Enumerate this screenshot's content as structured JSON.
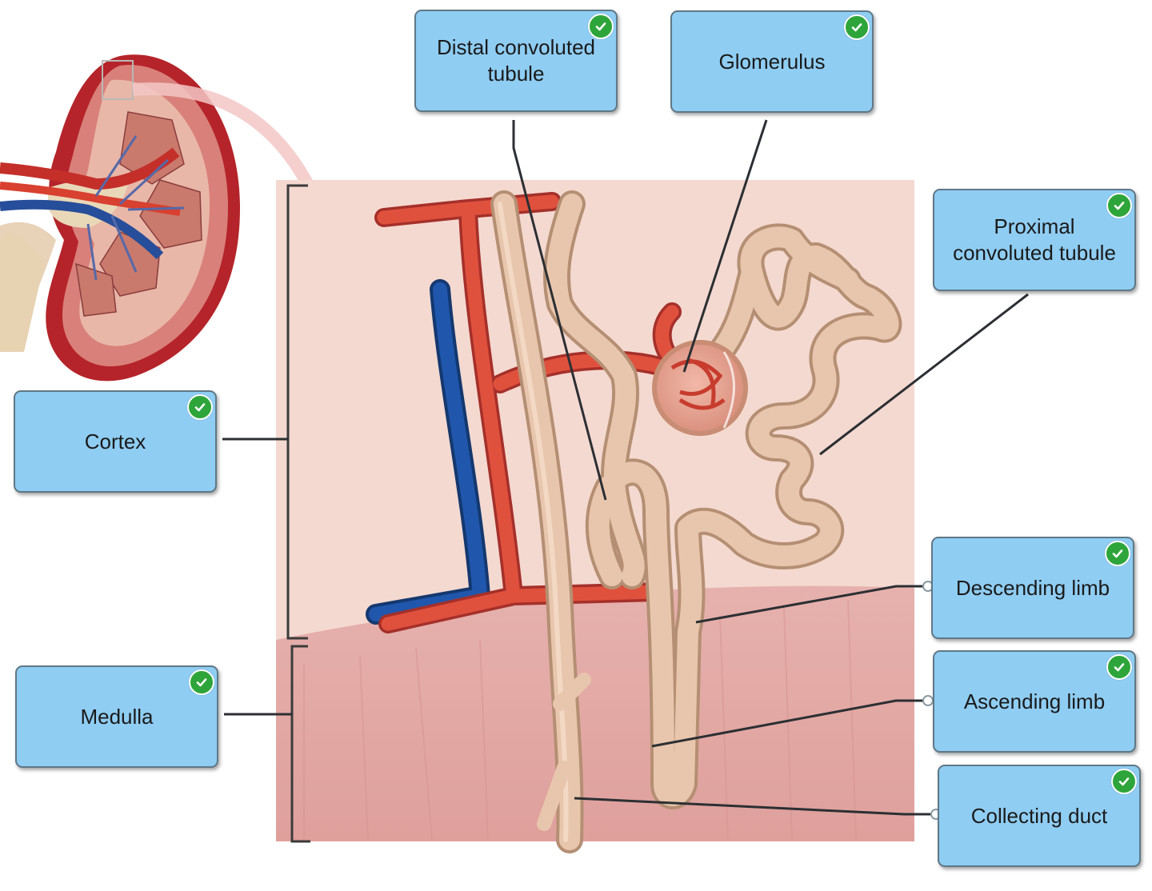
{
  "labels": {
    "distal_convoluted_tubule": "Distal convoluted\ntubule",
    "glomerulus": "Glomerulus",
    "proximal_convoluted_tubule": "Proximal\nconvoluted tubule",
    "cortex": "Cortex",
    "medulla": "Medulla",
    "descending_limb": "Descending limb",
    "ascending_limb": "Ascending limb",
    "collecting_duct": "Collecting duct"
  },
  "status": {
    "correct_icon": "check-circle-icon"
  },
  "colors": {
    "label_fill": "#8fcdf3",
    "label_border": "#5f7886",
    "check": "#2ea53a",
    "cortex_bg": "#f4d9d0",
    "medulla_bg": "#e4a9a5",
    "tubule": "#e8c6ad",
    "artery": "#e0513d",
    "vein": "#1d4f9c"
  }
}
